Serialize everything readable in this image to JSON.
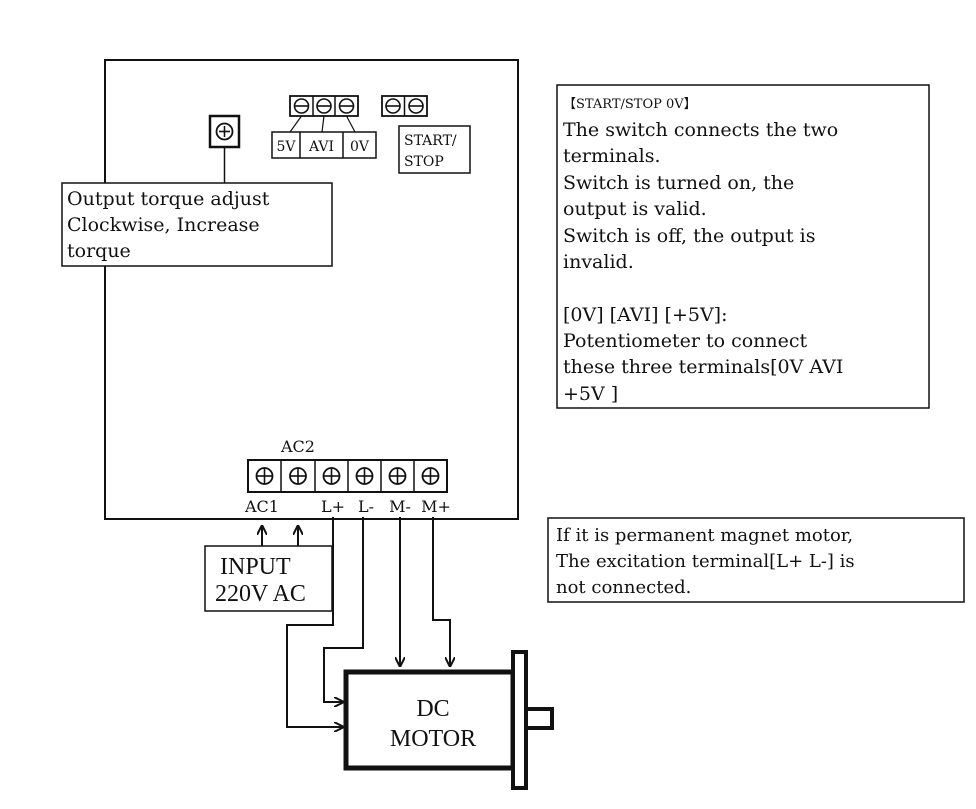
{
  "controller": {
    "signal_terminals": {
      "labels": [
        "5V",
        "AVI",
        "0V"
      ],
      "start_stop_label": [
        "START/",
        "STOP"
      ]
    },
    "power_terminals": {
      "top_label": "AC2",
      "labels": [
        "AC1",
        "L+",
        "L-",
        "M-",
        "M+"
      ]
    },
    "torque_callout": [
      "Output torque adjust",
      "Clockwise, Increase",
      "torque"
    ]
  },
  "input_box": [
    "INPUT",
    "220V AC"
  ],
  "motor": [
    "DC",
    "MOTOR"
  ],
  "note_start_stop": {
    "heading": "【START/STOP 0V】",
    "lines": [
      "The switch connects the two",
      "terminals.",
      "Switch is turned on, the",
      "output is valid.",
      "Switch is off, the output is",
      "invalid.",
      "",
      "[0V] [AVI] [+5V]:",
      "Potentiometer to connect",
      "these three terminals[0V AVI",
      "+5V ]"
    ]
  },
  "note_pm_motor": {
    "lines": [
      "If it is permanent magnet motor,",
      "The excitation terminal[L+ L-] is",
      "not connected."
    ]
  }
}
